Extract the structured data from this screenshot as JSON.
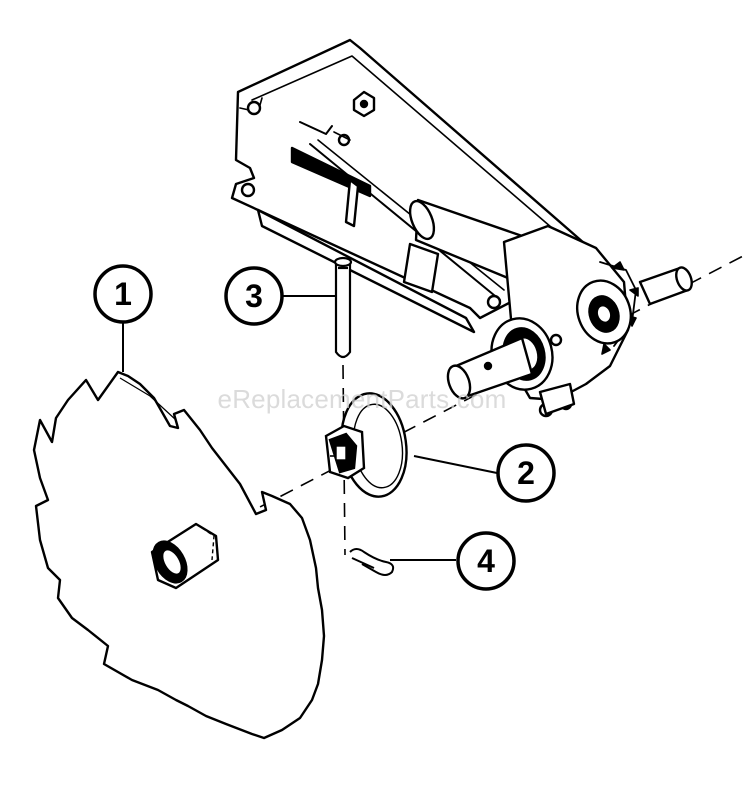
{
  "diagram": {
    "callouts": [
      {
        "id": "1",
        "label": "1"
      },
      {
        "id": "2",
        "label": "2"
      },
      {
        "id": "3",
        "label": "3"
      },
      {
        "id": "4",
        "label": "4"
      }
    ],
    "watermark": "eReplacementParts.com"
  }
}
